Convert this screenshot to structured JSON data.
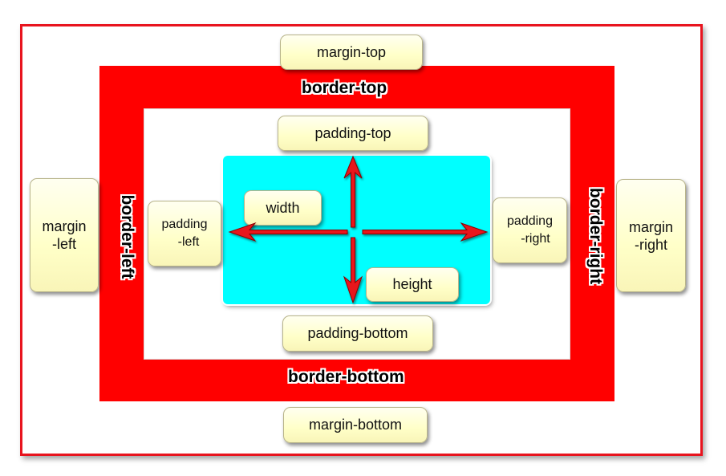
{
  "labels": {
    "margin_top": "margin-top",
    "margin_bottom": "margin-bottom",
    "margin_left_1": "margin",
    "margin_left_2": "-left",
    "margin_right_1": "margin",
    "margin_right_2": "-right",
    "border_top": "border-top",
    "border_bottom": "border-bottom",
    "border_left": "border-left",
    "border_right": "border-right",
    "padding_top": "padding-top",
    "padding_bottom": "padding-bottom",
    "padding_left_1": "padding",
    "padding_left_2": "-left",
    "padding_right_1": "padding",
    "padding_right_2": "-right",
    "width": "width",
    "height": "height"
  },
  "colors": {
    "border": "#ff0000",
    "margin_outline": "#e8141e",
    "content": "#00ffff",
    "label_fill": "#ffffc8",
    "arrow": "#e8141e"
  }
}
